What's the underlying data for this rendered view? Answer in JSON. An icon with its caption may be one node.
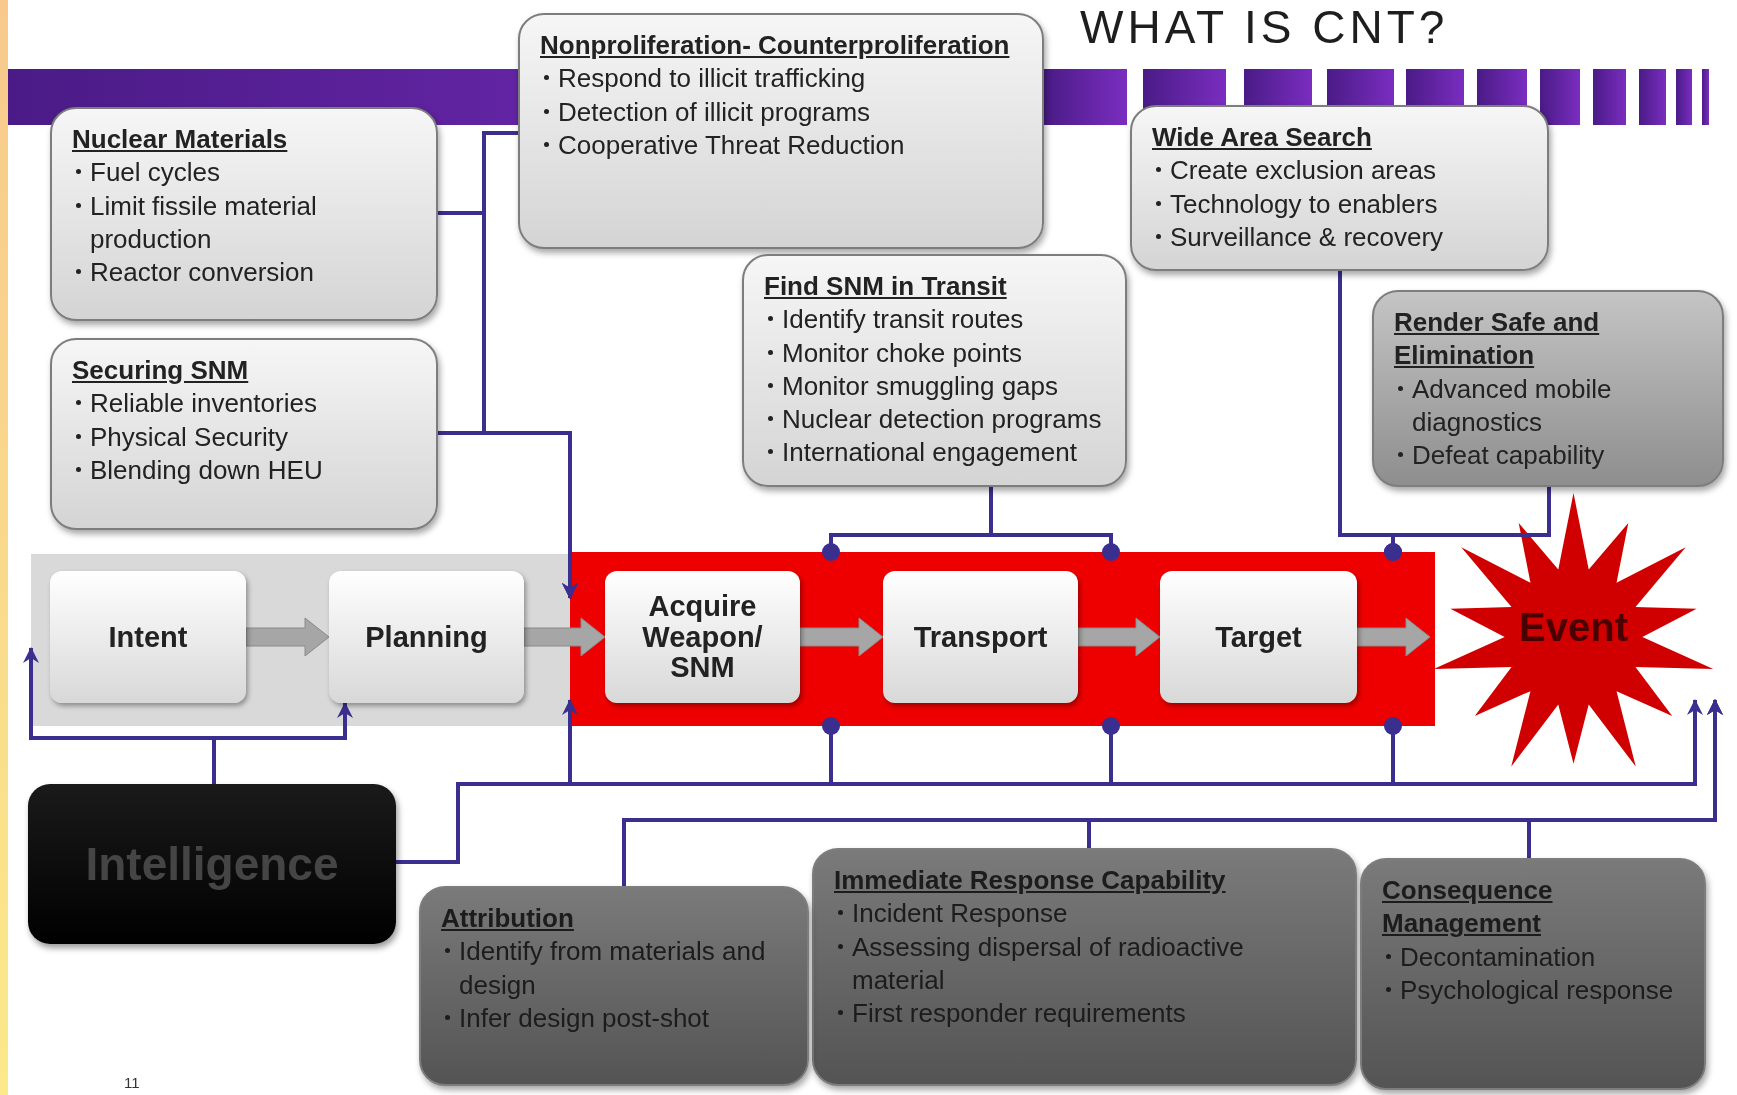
{
  "diagram": {
    "title": "WHAT IS CNT?",
    "nodes": [
      {
        "text": [
          "Nonproliferation- Counterproliferation",
          "Respond to illicit trafficking",
          "Detection of illicit programs",
          "Cooperative Threat Reduction"
        ]
      },
      {
        "text": [
          "Nuclear Materials",
          "Fuel cycles",
          "Limit fissile material production",
          "Reactor conversion"
        ]
      },
      {
        "text": [
          "Wide Area Search",
          "Create exclusion areas",
          "Technology to enablers",
          "Surveillance & recovery"
        ]
      },
      {
        "text": [
          "Securing SNM",
          "Reliable inventories",
          "Physical Security",
          "Blending down HEU"
        ]
      },
      {
        "text": [
          "Find SNM in Transit",
          "Identify transit routes",
          "Monitor choke points",
          "Monitor smuggling gaps",
          "Nuclear detection programs",
          "International engagement"
        ]
      },
      {
        "text": [
          "Render Safe and Elimination",
          "Advanced mobile diagnostics",
          "Defeat capability"
        ]
      },
      {
        "text": [],
        "shape": "band"
      },
      {
        "text": [
          "Intent"
        ],
        "in": 6
      },
      {
        "text": [
          "Planning"
        ],
        "in": 6
      },
      {
        "text": [],
        "shape": "band"
      },
      {
        "text": [
          "Acquire Weapon/ SNM"
        ],
        "in": 9
      },
      {
        "text": [
          "Transport"
        ],
        "in": 9
      },
      {
        "text": [
          "Target"
        ],
        "in": 9
      },
      {
        "text": [
          "Event"
        ]
      },
      {
        "text": [
          "Intelligence"
        ]
      },
      {
        "text": [
          "Immediate Response Capability",
          "Incident Response",
          "Assessing dispersal of radioactive material",
          "First responder requirements"
        ]
      },
      {
        "text": [
          "Attribution",
          "Identify from materials and design",
          "Infer design post-shot"
        ]
      },
      {
        "text": [
          "Consequence Management",
          "Decontamination",
          "Psychological response"
        ]
      }
    ],
    "edges": [
      {
        "from": 7,
        "to": 8,
        "arrow": "to",
        "style": "thick",
        "color": "#a6a6a6"
      },
      {
        "from": 8,
        "to": 10,
        "arrow": "to",
        "style": "thick",
        "color": "#a6a6a6"
      },
      {
        "from": 10,
        "to": 11,
        "arrow": "to",
        "style": "thick",
        "color": "#a6a6a6"
      },
      {
        "from": 11,
        "to": 12,
        "arrow": "to",
        "style": "thick",
        "color": "#a6a6a6"
      },
      {
        "from": 12,
        "to": 13,
        "arrow": "to",
        "style": "thick",
        "color": "#a6a6a6"
      },
      {
        "from": 1,
        "to": 9,
        "arrow": "to"
      },
      {
        "from": 3,
        "to": 9,
        "arrow": "to"
      },
      {
        "from": 0,
        "to": 9,
        "arrow": "to"
      },
      {
        "from": 4,
        "to": 9,
        "arrow": "other"
      },
      {
        "from": 4,
        "to": 9,
        "arrow": "other"
      },
      {
        "from": 2,
        "to": 9,
        "arrow": "other"
      },
      {
        "from": 5,
        "to": 9,
        "arrow": "other"
      },
      {
        "from": 14,
        "to": 6,
        "arrow": "to"
      },
      {
        "from": 14,
        "to": 8,
        "arrow": "to"
      },
      {
        "from": 14,
        "to": 9,
        "arrow": "to"
      },
      {
        "from": 14,
        "to": 9,
        "arrow": "other"
      },
      {
        "from": 14,
        "to": 9,
        "arrow": "other"
      },
      {
        "from": 14,
        "to": 9,
        "arrow": "other"
      },
      {
        "from": 14,
        "to": 13,
        "arrow": "to"
      },
      {
        "from": 16,
        "to": 13,
        "arrow": "to"
      },
      {
        "from": 15,
        "to": 13,
        "arrow": "to"
      },
      {
        "from": 17,
        "to": 13,
        "arrow": "to"
      }
    ],
    "labels": [
      "11"
    ]
  }
}
